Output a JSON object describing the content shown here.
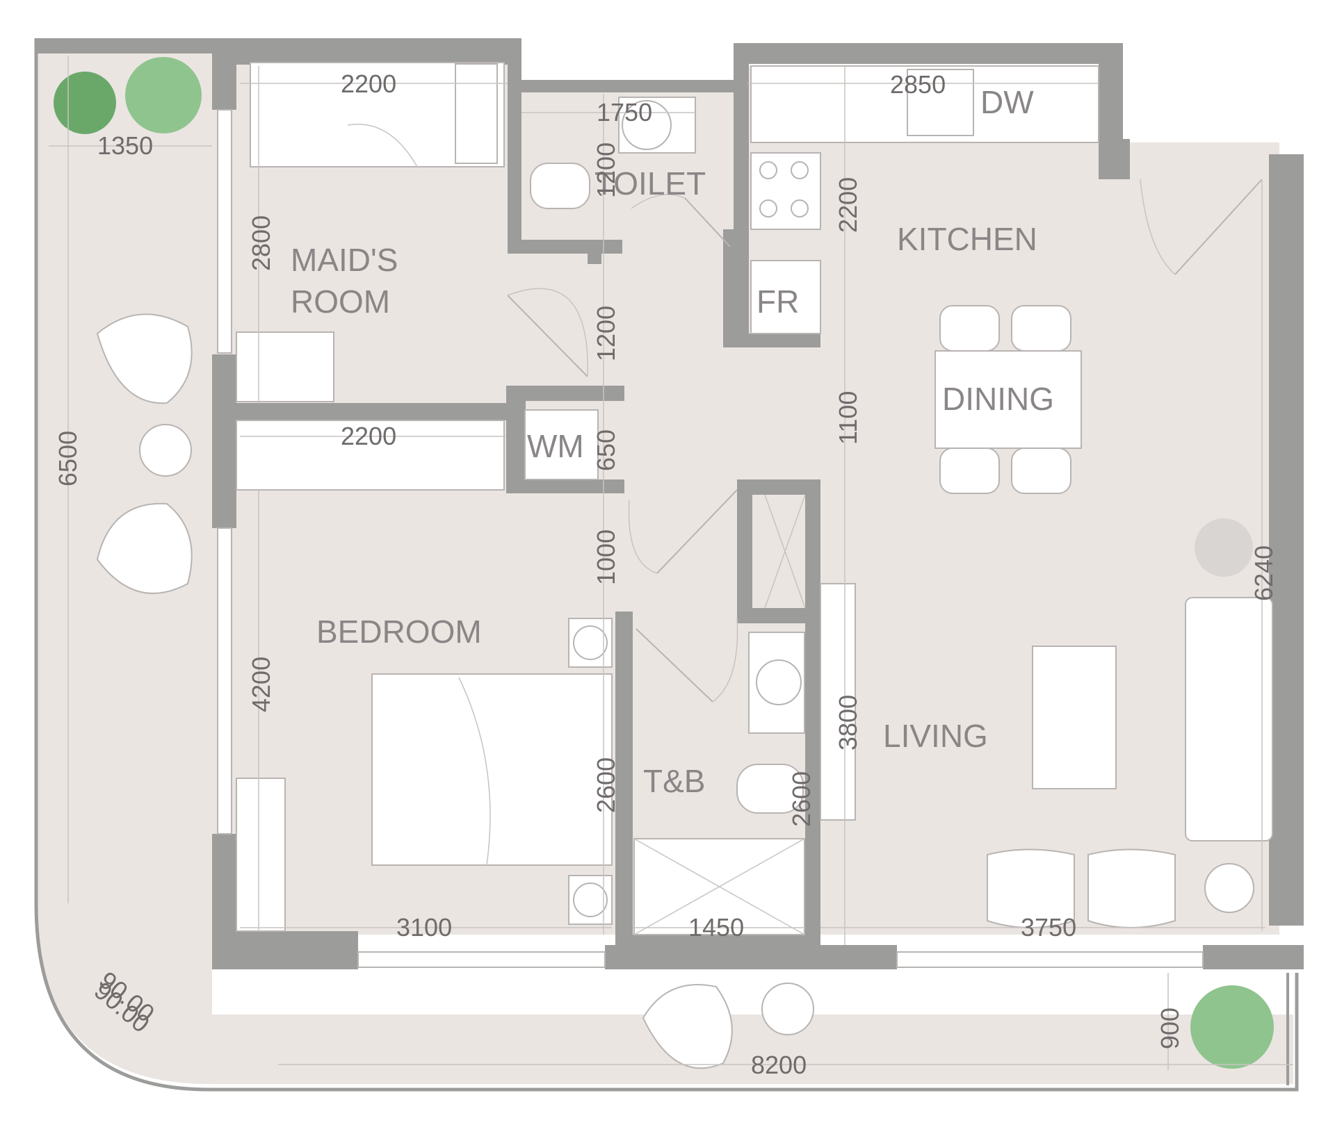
{
  "rooms": {
    "maids_room": [
      "MAID'S",
      "ROOM"
    ],
    "toilet": "TOILET",
    "kitchen": "KITCHEN",
    "dining": "DINING",
    "living": "LIVING",
    "bedroom": "BEDROOM",
    "tb": "T&B",
    "wm": "WM",
    "fr": "FR",
    "dw": "DW"
  },
  "dimensions": {
    "maid_width": "2200",
    "toilet_width": "1750",
    "kitchen_width": "2850",
    "terrace_top": "1350",
    "maid_depth": "2800",
    "toilet_depth": "1200",
    "kitchen_depth": "2200",
    "corridor_1200": "1200",
    "wardrobe_width": "2200",
    "wm_650": "650",
    "dining_1100": "1100",
    "terrace_depth": "6500",
    "corridor_1000": "1000",
    "living_depth": "6240",
    "bedroom_depth": "4200",
    "living_3800": "3800",
    "bed_2600": "2600",
    "tb_2600": "2600",
    "bedroom_width": "3100",
    "tb_width": "1450",
    "living_width": "3750",
    "terrace_bottom_depth": "900",
    "terrace_length": "8200",
    "angle_a": "90.00",
    "angle_b": "90.00"
  }
}
